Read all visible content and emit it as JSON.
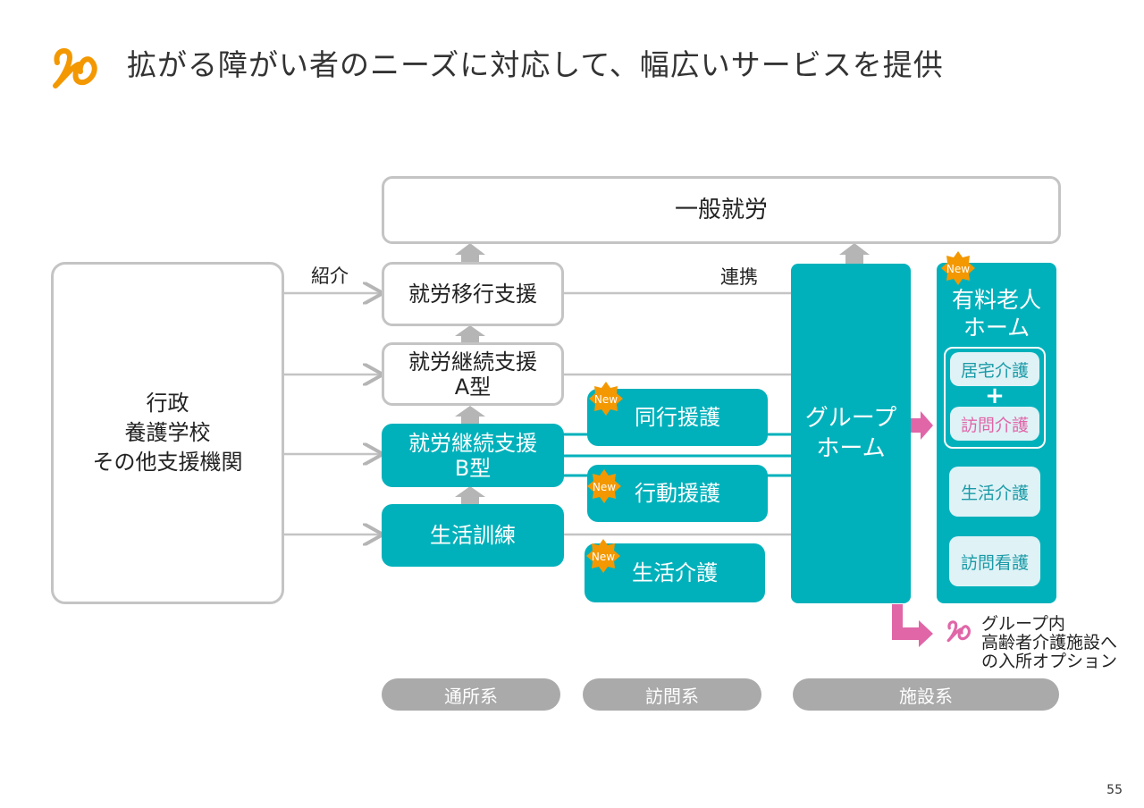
{
  "title": "拡がる障がい者のニーズに対応して、幅広いサービスを提供",
  "left_box": [
    "行政",
    "養護学校",
    "その他支援機関"
  ],
  "top_box": "一般就労",
  "labels": {
    "shokai": "紹介",
    "renkei": "連携"
  },
  "col1": {
    "ikou": "就労移行支援",
    "a_type": [
      "就労継続支援",
      "A型"
    ],
    "b_type": [
      "就労継続支援",
      "B型"
    ],
    "seikatsu_kunren": "生活訓練"
  },
  "col2": {
    "doko": "同行援護",
    "kodo": "行動援護",
    "seikatsu_kaigo": "生活介護"
  },
  "new_badge": "New",
  "group_home": [
    "グループ",
    "ホーム"
  ],
  "yuryo": {
    "title": [
      "有料老人",
      "ホーム"
    ],
    "kyotaku": "居宅介護",
    "plus": "+",
    "houmon_kaigo": "訪問介護",
    "seikatsu_kaigo": "生活介護",
    "houmon_kango": "訪問看護"
  },
  "note": [
    "グループ内",
    "高齢者介護施設へ",
    "の入所オプション"
  ],
  "categories": [
    "通所系",
    "訪問系",
    "施設系"
  ],
  "page_number": "55",
  "colors": {
    "teal": "#00b1bb",
    "orange": "#f39800",
    "pink": "#e066a8",
    "gray": "#c4c4c4"
  }
}
